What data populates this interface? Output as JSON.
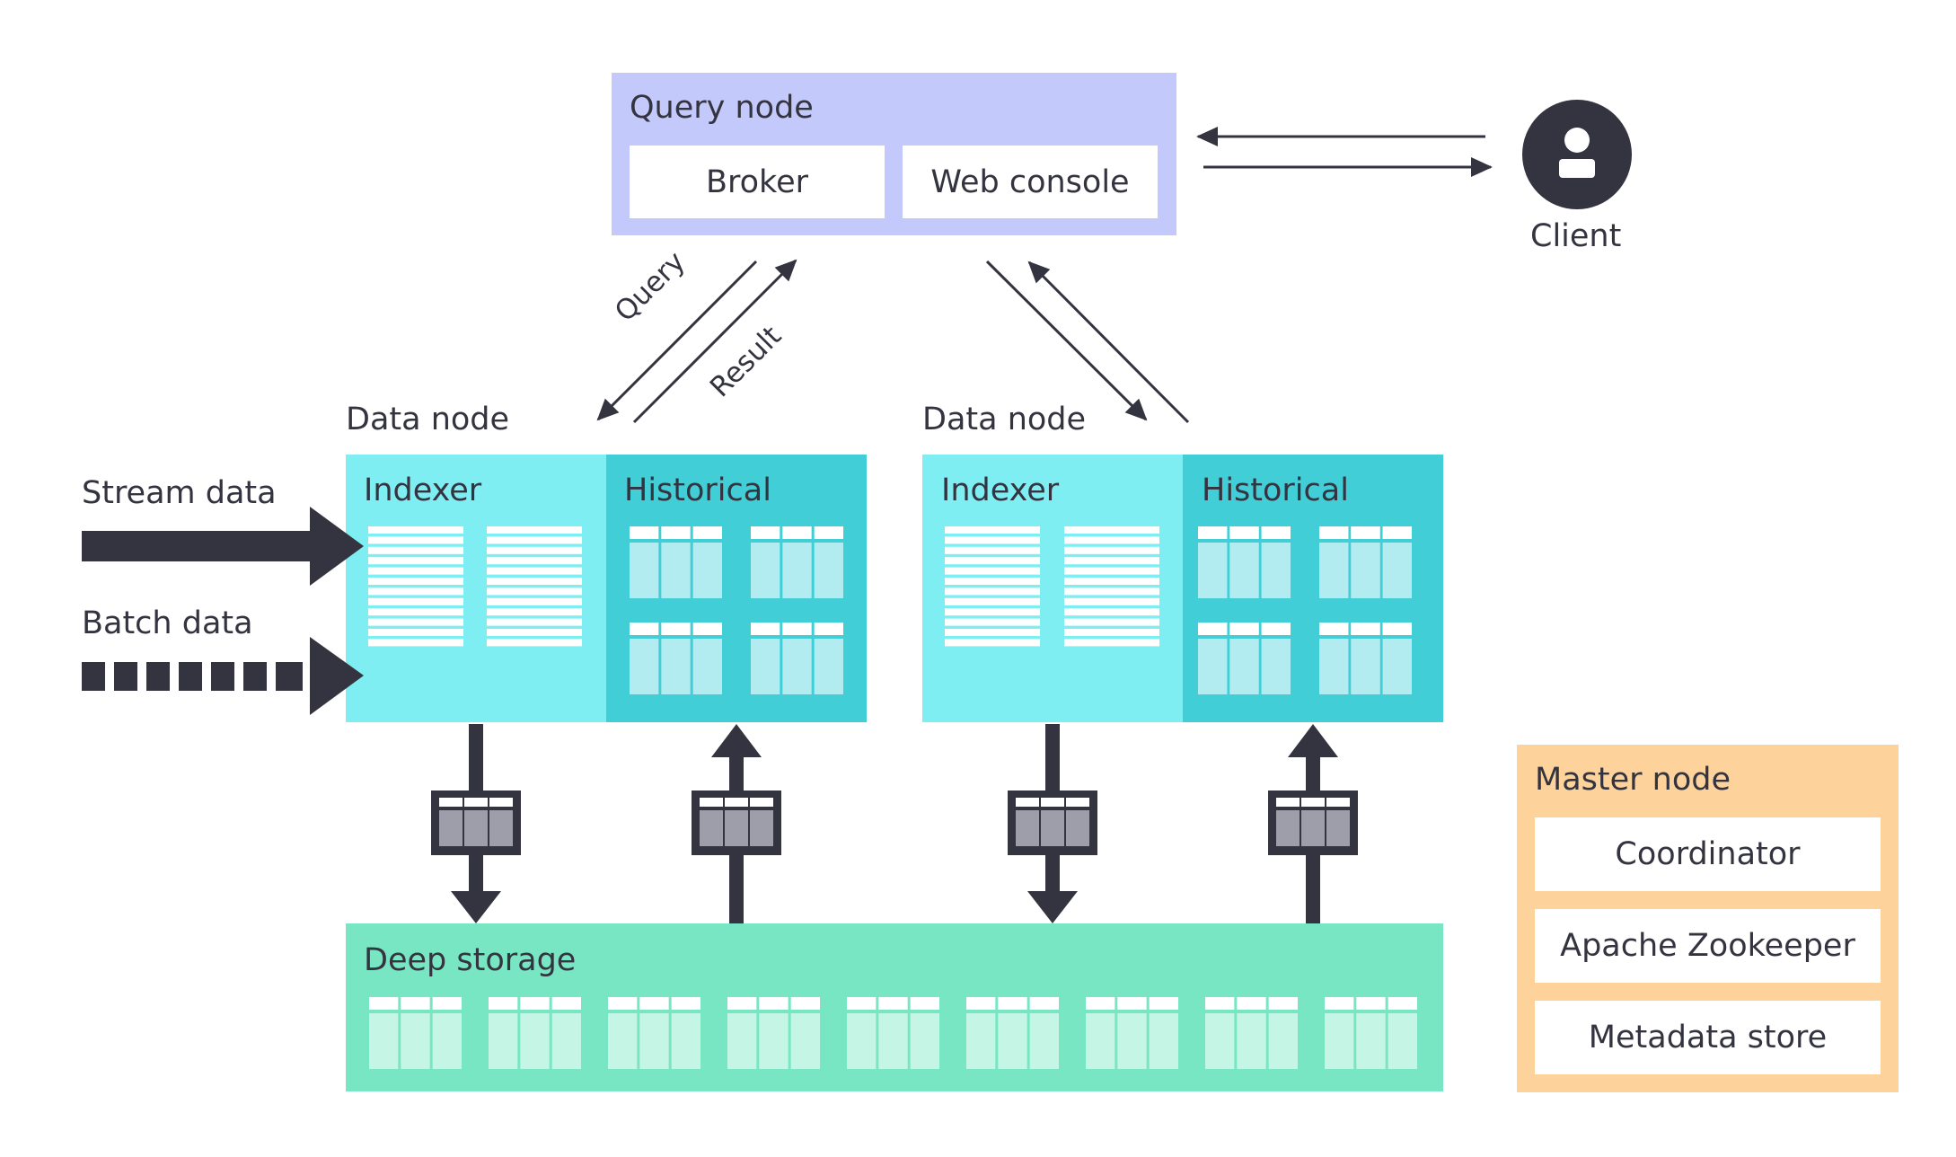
{
  "query_node": {
    "title": "Query node",
    "broker": "Broker",
    "web_console": "Web console"
  },
  "client": {
    "label": "Client"
  },
  "flow_labels": {
    "query": "Query",
    "result": "Result"
  },
  "data_nodes": [
    {
      "title": "Data node",
      "indexer": "Indexer",
      "historical": "Historical"
    },
    {
      "title": "Data node",
      "indexer": "Indexer",
      "historical": "Historical"
    }
  ],
  "inputs": {
    "stream": "Stream data",
    "batch": "Batch data"
  },
  "deep_storage": {
    "title": "Deep storage"
  },
  "master_node": {
    "title": "Master node",
    "coordinator": "Coordinator",
    "zookeeper": "Apache Zookeeper",
    "metadata": "Metadata store"
  },
  "colors": {
    "query_node": "#c3c9fb",
    "indexer": "#7feef3",
    "historical": "#41ced6",
    "deep_storage": "#78e6c2",
    "master_node": "#fed39b",
    "dark": "#343440"
  }
}
